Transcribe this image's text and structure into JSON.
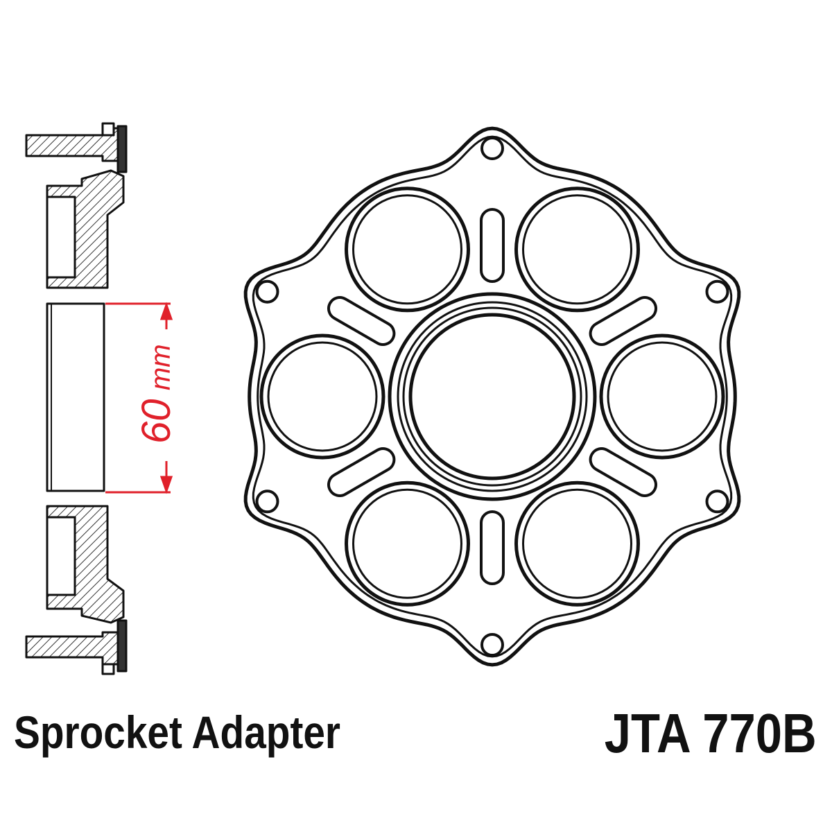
{
  "caption": {
    "product_name": "Sprocket Adapter",
    "part_number": "JTA 770B"
  },
  "dimension": {
    "value": "60",
    "unit": "mm"
  },
  "colors": {
    "line": "#111111",
    "dimension": "#e0202a",
    "background": "#ffffff"
  }
}
